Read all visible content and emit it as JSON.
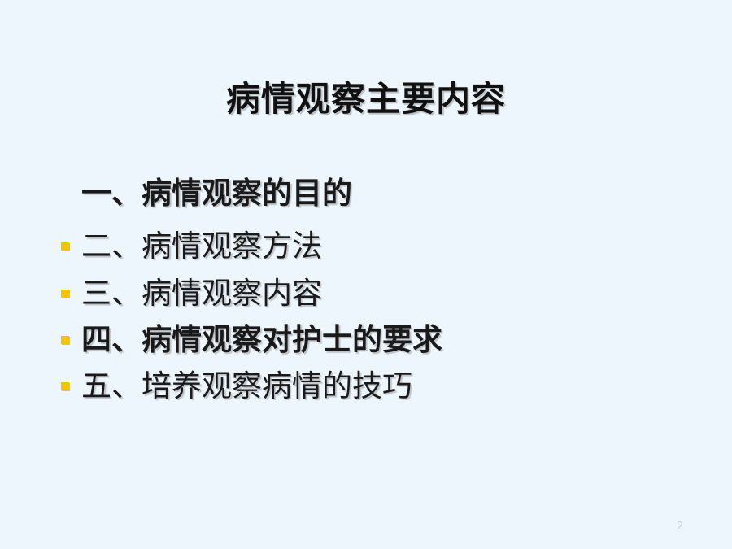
{
  "slide": {
    "title": "病情观察主要内容",
    "items": [
      {
        "text": "一、病情观察的目的",
        "bullet": false,
        "bold": true
      },
      {
        "text": "二、病情观察方法",
        "bullet": true,
        "bold": false
      },
      {
        "text": "三、病情观察内容",
        "bullet": true,
        "bold": false
      },
      {
        "text": "四、病情观察对护士的要求",
        "bullet": true,
        "bold": true
      },
      {
        "text": "五、培养观察病情的技巧",
        "bullet": true,
        "bold": false
      }
    ],
    "page_number": "2",
    "colors": {
      "background": "#eef6fd",
      "bullet": "#f2c400",
      "text": "#1a1a1a"
    }
  }
}
